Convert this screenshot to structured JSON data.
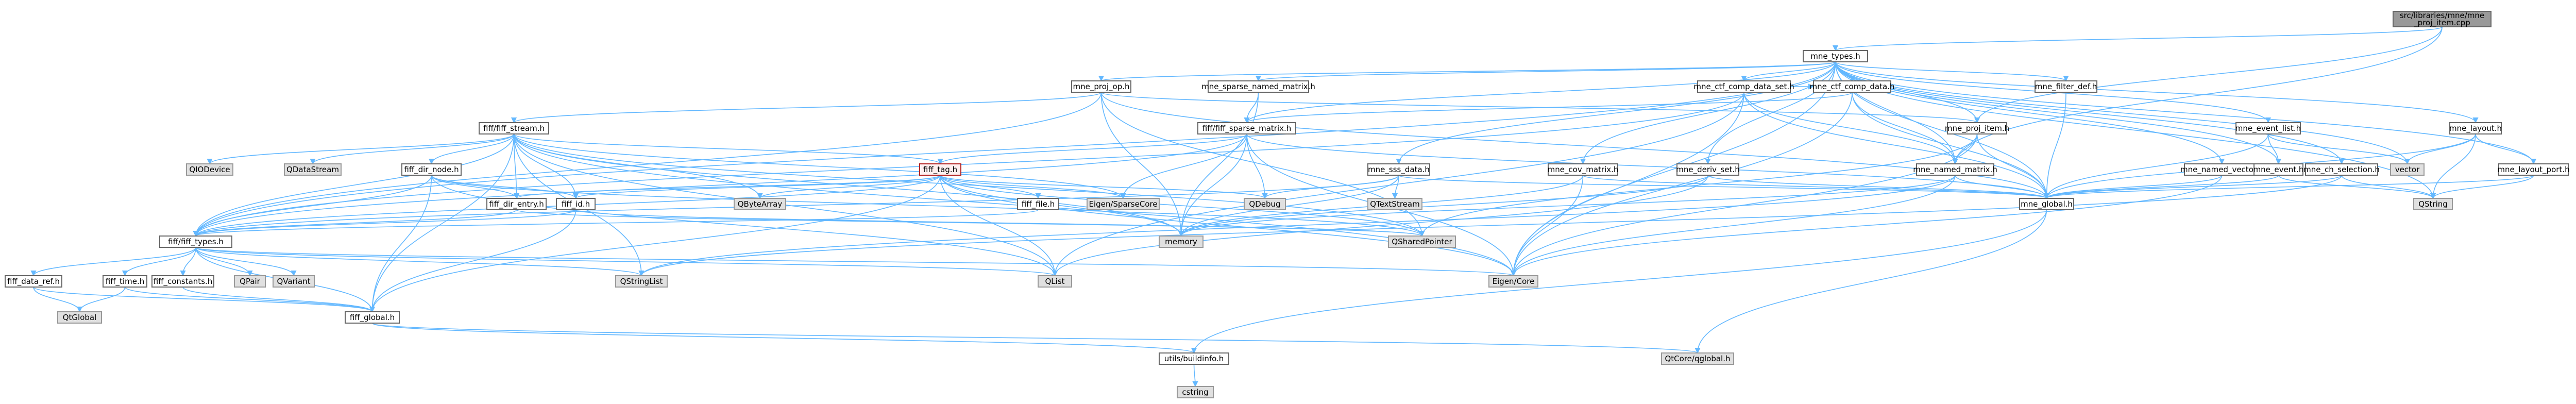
{
  "colors": {
    "edge": "#63b8ff",
    "node_fill": "#ffffff",
    "node_border": "#666666",
    "external_fill": "#e0e0e0",
    "external_border": "#999999",
    "root_fill": "#999999",
    "root_border": "#666666",
    "highlight_fill": "#fff0f0",
    "highlight_border": "#b22222"
  },
  "graph": {
    "nodes": [
      {
        "id": "root",
        "label": "src/libraries/mne/mne_proj_item.cpp",
        "style": "root"
      },
      {
        "id": "mne_types",
        "label": "mne_types.h",
        "style": "internal"
      },
      {
        "id": "mne_proj_op",
        "label": "mne_proj_op.h",
        "style": "internal"
      },
      {
        "id": "mne_sparse_named_matrix",
        "label": "mne_sparse_named_matrix.h",
        "style": "internal"
      },
      {
        "id": "mne_ctf_comp_data_set",
        "label": "mne_ctf_comp_data_set.h",
        "style": "internal"
      },
      {
        "id": "mne_ctf_comp_data",
        "label": "mne_ctf_comp_data.h",
        "style": "internal"
      },
      {
        "id": "mne_filter_def",
        "label": "mne_filter_def.h",
        "style": "internal"
      },
      {
        "id": "mne_layout",
        "label": "mne_layout.h",
        "style": "internal"
      },
      {
        "id": "fiff_stream",
        "label": "fiff/fiff_stream.h",
        "style": "internal"
      },
      {
        "id": "fiff_sparse_matrix",
        "label": "fiff/fiff_sparse_matrix.h",
        "style": "internal"
      },
      {
        "id": "mne_proj_item",
        "label": "mne_proj_item.h",
        "style": "internal"
      },
      {
        "id": "mne_event_list",
        "label": "mne_event_list.h",
        "style": "internal"
      },
      {
        "id": "fiff_tag",
        "label": "fiff_tag.h",
        "style": "highlight"
      },
      {
        "id": "mne_cov_matrix",
        "label": "mne_cov_matrix.h",
        "style": "internal"
      },
      {
        "id": "mne_deriv_set",
        "label": "mne_deriv_set.h",
        "style": "internal"
      },
      {
        "id": "mne_named_matrix",
        "label": "mne_named_matrix.h",
        "style": "internal"
      },
      {
        "id": "mne_sss_data",
        "label": "mne_sss_data.h",
        "style": "internal"
      },
      {
        "id": "fiff_dir_node",
        "label": "fiff_dir_node.h",
        "style": "internal"
      },
      {
        "id": "mne_ch_selection",
        "label": "mne_ch_selection.h",
        "style": "internal"
      },
      {
        "id": "mne_named_vector",
        "label": "mne_named_vector.h",
        "style": "internal"
      },
      {
        "id": "mne_event",
        "label": "mne_event.h",
        "style": "internal"
      },
      {
        "id": "mne_layout_port",
        "label": "mne_layout_port.h",
        "style": "internal"
      },
      {
        "id": "QIODevice",
        "label": "QIODevice",
        "style": "external"
      },
      {
        "id": "QDataStream",
        "label": "QDataStream",
        "style": "external"
      },
      {
        "id": "fiff_dir_entry",
        "label": "fiff_dir_entry.h",
        "style": "internal"
      },
      {
        "id": "fiff_id",
        "label": "fiff_id.h",
        "style": "internal"
      },
      {
        "id": "QByteArray",
        "label": "QByteArray",
        "style": "external"
      },
      {
        "id": "fiff_file",
        "label": "fiff_file.h",
        "style": "internal"
      },
      {
        "id": "EigenSparseCore",
        "label": "Eigen/SparseCore",
        "style": "external"
      },
      {
        "id": "QDebug",
        "label": "QDebug",
        "style": "external"
      },
      {
        "id": "QTextStream",
        "label": "QTextStream",
        "style": "external"
      },
      {
        "id": "mne_global",
        "label": "mne_global.h",
        "style": "internal"
      },
      {
        "id": "vector",
        "label": "vector",
        "style": "external"
      },
      {
        "id": "QString",
        "label": "QString",
        "style": "external"
      },
      {
        "id": "fiff_types",
        "label": "fiff/fiff_types.h",
        "style": "internal"
      },
      {
        "id": "memory",
        "label": "memory",
        "style": "external"
      },
      {
        "id": "QSharedPointer",
        "label": "QSharedPointer",
        "style": "external"
      },
      {
        "id": "fiff_data_ref",
        "label": "fiff_data_ref.h",
        "style": "internal"
      },
      {
        "id": "fiff_time",
        "label": "fiff_time.h",
        "style": "internal"
      },
      {
        "id": "fiff_constants",
        "label": "fiff_constants.h",
        "style": "internal"
      },
      {
        "id": "QPair",
        "label": "QPair",
        "style": "external"
      },
      {
        "id": "QVariant",
        "label": "QVariant",
        "style": "external"
      },
      {
        "id": "QStringList",
        "label": "QStringList",
        "style": "external"
      },
      {
        "id": "QList",
        "label": "QList",
        "style": "external"
      },
      {
        "id": "EigenCore",
        "label": "Eigen/Core",
        "style": "external"
      },
      {
        "id": "QtGlobal",
        "label": "QtGlobal",
        "style": "external"
      },
      {
        "id": "fiff_global",
        "label": "fiff_global.h",
        "style": "internal"
      },
      {
        "id": "buildinfo",
        "label": "utils/buildinfo.h",
        "style": "internal"
      },
      {
        "id": "qglobal",
        "label": "QtCore/qglobal.h",
        "style": "external"
      },
      {
        "id": "cstring",
        "label": "cstring",
        "style": "external"
      }
    ],
    "edges": [
      [
        "root",
        "mne_types"
      ],
      [
        "root",
        "mne_proj_item"
      ],
      [
        "root",
        "mne_named_matrix"
      ],
      [
        "mne_types",
        "mne_proj_op"
      ],
      [
        "mne_types",
        "mne_sparse_named_matrix"
      ],
      [
        "mne_types",
        "mne_ctf_comp_data_set"
      ],
      [
        "mne_types",
        "mne_ctf_comp_data"
      ],
      [
        "mne_types",
        "mne_filter_def"
      ],
      [
        "mne_types",
        "mne_layout"
      ],
      [
        "mne_types",
        "fiff_types"
      ],
      [
        "mne_types",
        "fiff_sparse_matrix"
      ],
      [
        "mne_types",
        "mne_proj_item"
      ],
      [
        "mne_types",
        "mne_event_list"
      ],
      [
        "mne_types",
        "mne_cov_matrix"
      ],
      [
        "mne_types",
        "mne_deriv_set"
      ],
      [
        "mne_types",
        "mne_named_matrix"
      ],
      [
        "mne_types",
        "mne_sss_data"
      ],
      [
        "mne_types",
        "mne_ch_selection"
      ],
      [
        "mne_types",
        "mne_named_vector"
      ],
      [
        "mne_types",
        "mne_event"
      ],
      [
        "mne_types",
        "mne_layout_port"
      ],
      [
        "mne_types",
        "mne_global"
      ],
      [
        "mne_types",
        "EigenCore"
      ],
      [
        "mne_types",
        "vector"
      ],
      [
        "mne_types",
        "QString"
      ],
      [
        "mne_proj_op",
        "fiff_stream"
      ],
      [
        "mne_proj_op",
        "mne_proj_item"
      ],
      [
        "mne_proj_op",
        "mne_global"
      ],
      [
        "mne_proj_op",
        "memory"
      ],
      [
        "mne_proj_op",
        "QSharedPointer"
      ],
      [
        "mne_proj_op",
        "fiff_types"
      ],
      [
        "mne_sparse_named_matrix",
        "fiff_sparse_matrix"
      ],
      [
        "mne_sparse_named_matrix",
        "memory"
      ],
      [
        "mne_ctf_comp_data_set",
        "fiff_types"
      ],
      [
        "mne_ctf_comp_data_set",
        "mne_ctf_comp_data"
      ],
      [
        "mne_ctf_comp_data_set",
        "mne_named_matrix"
      ],
      [
        "mne_ctf_comp_data_set",
        "mne_global"
      ],
      [
        "mne_ctf_comp_data_set",
        "QList"
      ],
      [
        "mne_ctf_comp_data_set",
        "EigenCore"
      ],
      [
        "mne_ctf_comp_data",
        "mne_named_matrix"
      ],
      [
        "mne_ctf_comp_data",
        "mne_global"
      ],
      [
        "mne_ctf_comp_data",
        "fiff_sparse_matrix"
      ],
      [
        "mne_ctf_comp_data",
        "EigenCore"
      ],
      [
        "mne_filter_def",
        "mne_global"
      ],
      [
        "mne_layout",
        "mne_layout_port"
      ],
      [
        "mne_layout",
        "mne_global"
      ],
      [
        "mne_layout",
        "vector"
      ],
      [
        "mne_layout",
        "QString"
      ],
      [
        "fiff_stream",
        "fiff_global"
      ],
      [
        "fiff_stream",
        "fiff_types"
      ],
      [
        "fiff_stream",
        "fiff_tag"
      ],
      [
        "fiff_stream",
        "fiff_dir_node"
      ],
      [
        "fiff_stream",
        "fiff_id"
      ],
      [
        "fiff_stream",
        "fiff_dir_entry"
      ],
      [
        "fiff_stream",
        "QIODevice"
      ],
      [
        "fiff_stream",
        "QDataStream"
      ],
      [
        "fiff_stream",
        "QByteArray"
      ],
      [
        "fiff_stream",
        "QList"
      ],
      [
        "fiff_stream",
        "QStringList"
      ],
      [
        "fiff_stream",
        "QSharedPointer"
      ],
      [
        "fiff_stream",
        "EigenCore"
      ],
      [
        "fiff_stream",
        "EigenSparseCore"
      ],
      [
        "fiff_stream",
        "memory"
      ],
      [
        "fiff_sparse_matrix",
        "fiff_types"
      ],
      [
        "fiff_sparse_matrix",
        "fiff_tag"
      ],
      [
        "fiff_sparse_matrix",
        "EigenCore"
      ],
      [
        "fiff_sparse_matrix",
        "EigenSparseCore"
      ],
      [
        "fiff_sparse_matrix",
        "memory"
      ],
      [
        "fiff_sparse_matrix",
        "QDebug"
      ],
      [
        "fiff_sparse_matrix",
        "mne_global"
      ],
      [
        "mne_proj_item",
        "mne_named_matrix"
      ],
      [
        "mne_proj_item",
        "mne_global"
      ],
      [
        "mne_proj_item",
        "EigenCore"
      ],
      [
        "mne_proj_item",
        "QSharedPointer"
      ],
      [
        "mne_event_list",
        "mne_event"
      ],
      [
        "mne_event_list",
        "mne_global"
      ],
      [
        "mne_event_list",
        "vector"
      ],
      [
        "fiff_tag",
        "fiff_global"
      ],
      [
        "fiff_tag",
        "fiff_types"
      ],
      [
        "fiff_tag",
        "fiff_id"
      ],
      [
        "fiff_tag",
        "fiff_file"
      ],
      [
        "fiff_tag",
        "QByteArray"
      ],
      [
        "fiff_tag",
        "QList"
      ],
      [
        "fiff_tag",
        "QSharedPointer"
      ],
      [
        "fiff_tag",
        "EigenCore"
      ],
      [
        "fiff_tag",
        "EigenSparseCore"
      ],
      [
        "fiff_tag",
        "memory"
      ],
      [
        "fiff_tag",
        "QDebug"
      ],
      [
        "fiff_tag",
        "fiff_dir_entry"
      ],
      [
        "mne_cov_matrix",
        "mne_global"
      ],
      [
        "mne_cov_matrix",
        "EigenCore"
      ],
      [
        "mne_cov_matrix",
        "memory"
      ],
      [
        "mne_deriv_set",
        "mne_global"
      ],
      [
        "mne_deriv_set",
        "QList"
      ],
      [
        "mne_deriv_set",
        "memory"
      ],
      [
        "mne_named_matrix",
        "mne_global"
      ],
      [
        "mne_named_matrix",
        "EigenCore"
      ],
      [
        "mne_named_matrix",
        "QStringList"
      ],
      [
        "mne_named_matrix",
        "memory"
      ],
      [
        "mne_sss_data",
        "fiff_types"
      ],
      [
        "mne_sss_data",
        "mne_global"
      ],
      [
        "mne_sss_data",
        "QDebug"
      ],
      [
        "mne_sss_data",
        "QTextStream"
      ],
      [
        "mne_sss_data",
        "memory"
      ],
      [
        "fiff_dir_node",
        "fiff_types"
      ],
      [
        "fiff_dir_node",
        "fiff_dir_entry"
      ],
      [
        "fiff_dir_node",
        "fiff_id"
      ],
      [
        "fiff_dir_node",
        "QList"
      ],
      [
        "fiff_dir_node",
        "QSharedPointer"
      ],
      [
        "fiff_dir_node",
        "fiff_global"
      ],
      [
        "mne_ch_selection",
        "mne_global"
      ],
      [
        "mne_ch_selection",
        "QString"
      ],
      [
        "mne_ch_selection",
        "QStringList"
      ],
      [
        "mne_named_vector",
        "mne_global"
      ],
      [
        "mne_named_vector",
        "EigenCore"
      ],
      [
        "mne_event",
        "mne_global"
      ],
      [
        "mne_event",
        "QString"
      ],
      [
        "mne_layout_port",
        "mne_global"
      ],
      [
        "mne_layout_port",
        "QString"
      ],
      [
        "fiff_dir_entry",
        "fiff_types"
      ],
      [
        "fiff_dir_entry",
        "QSharedPointer"
      ],
      [
        "fiff_id",
        "fiff_types"
      ],
      [
        "fiff_id",
        "fiff_global"
      ],
      [
        "fiff_id",
        "QSharedPointer"
      ],
      [
        "fiff_file",
        "fiff_types"
      ],
      [
        "mne_global",
        "buildinfo"
      ],
      [
        "mne_global",
        "qglobal"
      ],
      [
        "fiff_types",
        "fiff_global"
      ],
      [
        "fiff_types",
        "fiff_data_ref"
      ],
      [
        "fiff_types",
        "fiff_time"
      ],
      [
        "fiff_types",
        "fiff_constants"
      ],
      [
        "fiff_types",
        "QPair"
      ],
      [
        "fiff_types",
        "QVariant"
      ],
      [
        "fiff_types",
        "QStringList"
      ],
      [
        "fiff_types",
        "QList"
      ],
      [
        "fiff_types",
        "EigenCore"
      ],
      [
        "fiff_data_ref",
        "QtGlobal"
      ],
      [
        "fiff_data_ref",
        "fiff_global"
      ],
      [
        "fiff_time",
        "QtGlobal"
      ],
      [
        "fiff_time",
        "fiff_global"
      ],
      [
        "fiff_constants",
        "fiff_global"
      ],
      [
        "fiff_global",
        "buildinfo"
      ],
      [
        "fiff_global",
        "qglobal"
      ],
      [
        "buildinfo",
        "cstring"
      ]
    ]
  }
}
